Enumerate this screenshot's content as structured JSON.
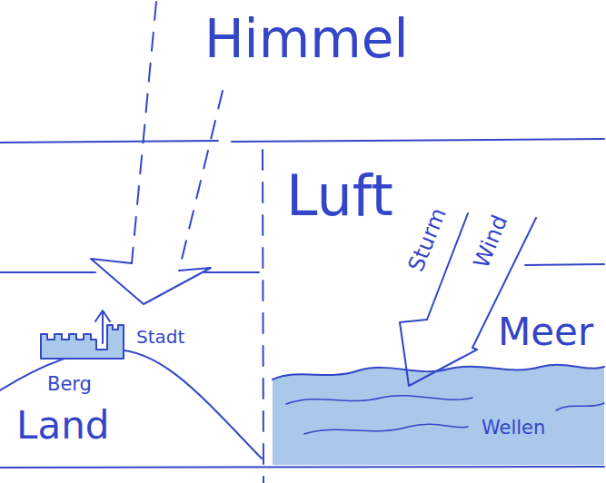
{
  "diagram": {
    "labels": [
      "Himmel",
      "Luft",
      "Sturm",
      "Wind",
      "Stadt",
      "Berg",
      "Land",
      "Meer",
      "Wellen"
    ]
  }
}
